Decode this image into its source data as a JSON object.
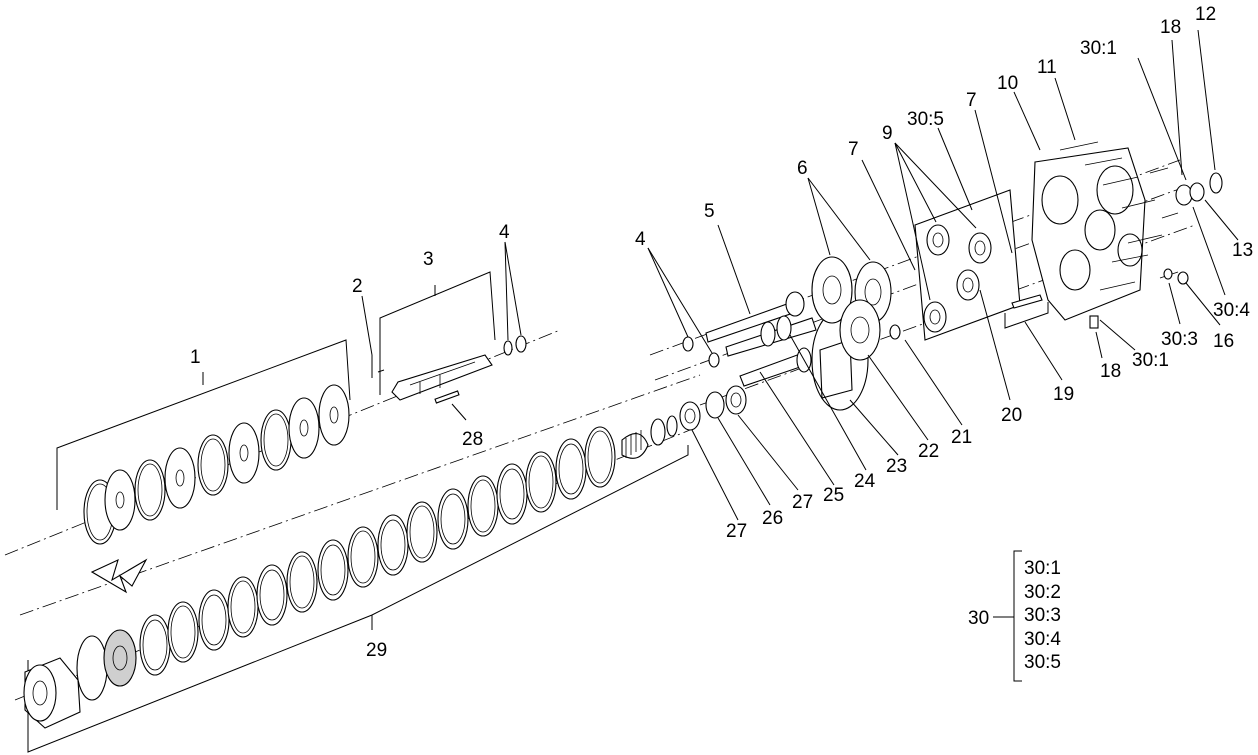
{
  "diagram": {
    "labels": {
      "l1": "1",
      "l2": "2",
      "l3": "3",
      "l4a": "4",
      "l4b": "4",
      "l5": "5",
      "l6": "6",
      "l7a": "7",
      "l7b": "7",
      "l9": "9",
      "l10": "10",
      "l11": "11",
      "l12": "12",
      "l13": "13",
      "l16": "16",
      "l18a": "18",
      "l18b": "18",
      "l19": "19",
      "l20": "20",
      "l21": "21",
      "l22": "22",
      "l23": "23",
      "l24": "24",
      "l25": "25",
      "l26": "26",
      "l27a": "27",
      "l27b": "27",
      "l28": "28",
      "l29": "29",
      "l30_1a": "30:1",
      "l30_1b": "30:1",
      "l30_3": "30:3",
      "l30_4": "30:4",
      "l30_5": "30:5"
    },
    "legend": {
      "root": "30",
      "items": [
        "30:1",
        "30:2",
        "30:3",
        "30:4",
        "30:5"
      ]
    }
  }
}
